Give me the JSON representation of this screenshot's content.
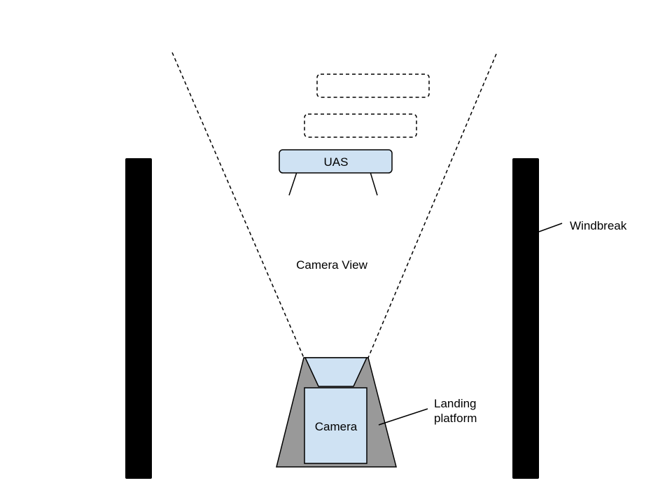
{
  "labels": {
    "uas": "UAS",
    "camera_view": "Camera View",
    "windbreak": "Windbreak",
    "landing_platform_line1": "Landing",
    "landing_platform_line2": "platform",
    "camera": "Camera"
  },
  "colors": {
    "uas_fill": "#cfe2f3",
    "camera_fill": "#cfe2f3",
    "platform_fill": "#999999",
    "windbreak_fill": "#000000",
    "stroke": "#000000",
    "background": "#ffffff"
  }
}
